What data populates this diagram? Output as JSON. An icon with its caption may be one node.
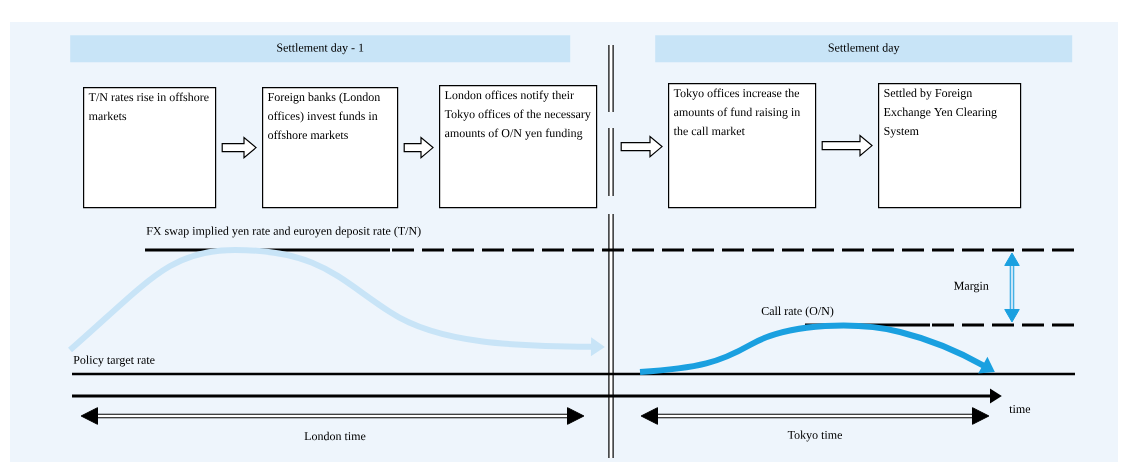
{
  "diagram": {
    "nodes": [
      {
        "text": [
          "Settlement day - 1"
        ]
      },
      {
        "text": [
          "Settlement day"
        ]
      },
      {
        "text": [
          "T/N rates rise in offshore markets"
        ]
      },
      {
        "text": [
          "Foreign banks (London offices) invest funds in offshore markets"
        ]
      },
      {
        "text": [
          "London offices notify their Tokyo offices of the necessary amounts of O/N yen funding"
        ]
      },
      {
        "text": [
          "Tokyo offices increase the amounts of fund raising in the call market"
        ]
      },
      {
        "text": [
          "Settled by Foreign Exchange Yen Clearing System"
        ]
      }
    ],
    "edges": [
      {
        "from": 2,
        "to": 3,
        "arrow": "to"
      },
      {
        "from": 3,
        "to": 4,
        "arrow": "to"
      },
      {
        "from": 4,
        "to": 5,
        "arrow": "to"
      },
      {
        "from": 5,
        "to": 6,
        "arrow": "to"
      }
    ],
    "labels": [
      "FX swap implied yen rate and euroyen deposit rate (T/N)",
      "Margin",
      "Call rate (O/N)",
      "Policy target rate",
      "time",
      "London time",
      "Tokyo time"
    ]
  }
}
